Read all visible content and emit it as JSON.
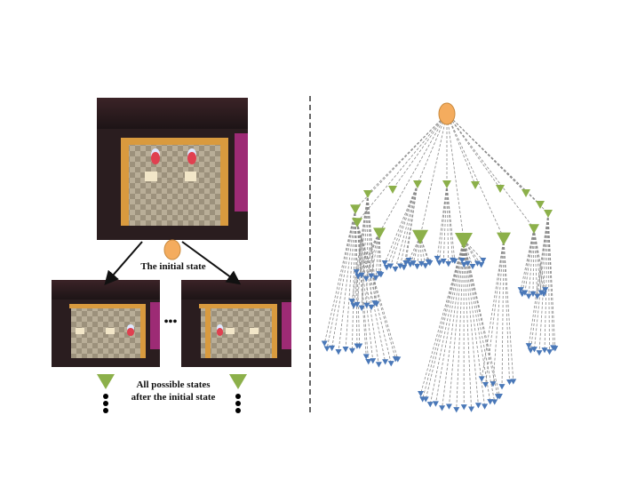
{
  "left_panel": {
    "initial_state_label": "The initial state",
    "possible_states_label_line1": "All possible states",
    "possible_states_label_line2": "after the initial state",
    "ellipsis": "•••"
  },
  "colors": {
    "root_node": "#f4ac5e",
    "state_node": "#8cb04a",
    "leaf_node": "#4a78b8",
    "edge": "#888888",
    "divider": "#333333"
  }
}
